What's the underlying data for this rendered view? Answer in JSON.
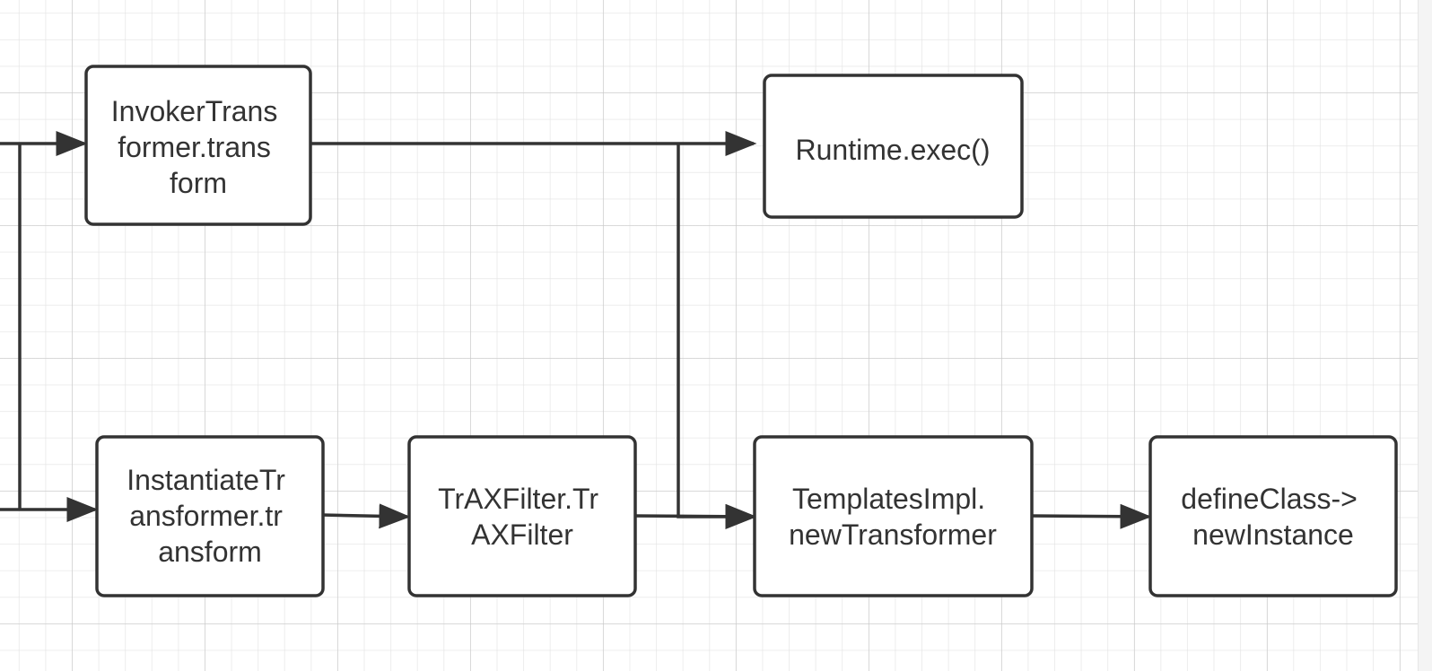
{
  "nodes": {
    "invoker": {
      "lines": [
        "InvokerTrans",
        "former.trans",
        "form"
      ]
    },
    "runtime": {
      "lines": [
        "Runtime.exec()"
      ]
    },
    "instantiate": {
      "lines": [
        "InstantiateTr",
        "ansformer.tr",
        "ansform"
      ]
    },
    "trax": {
      "lines": [
        "TrAXFilter.Tr",
        "AXFilter"
      ]
    },
    "templates": {
      "lines": [
        "TemplatesImpl.",
        "newTransformer"
      ]
    },
    "define": {
      "lines": [
        "defineClass->",
        "newInstance"
      ]
    }
  },
  "edges": [
    {
      "from": "(left)",
      "to": "invoker"
    },
    {
      "from": "(left)",
      "to": "instantiate"
    },
    {
      "from": "invoker",
      "to": "runtime"
    },
    {
      "from": "invoker",
      "to": "templates"
    },
    {
      "from": "instantiate",
      "to": "trax"
    },
    {
      "from": "trax",
      "to": "templates"
    },
    {
      "from": "templates",
      "to": "define"
    }
  ]
}
